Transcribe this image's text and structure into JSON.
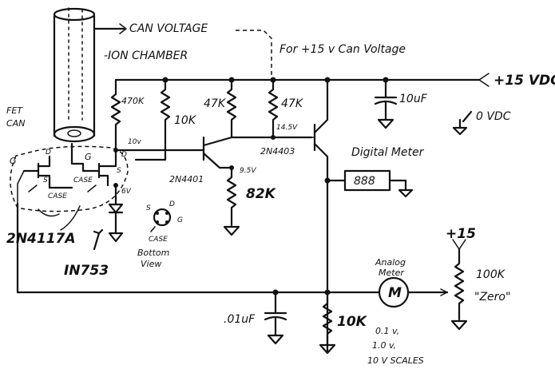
{
  "labels": {
    "can_voltage": "CAN VOLTAGE",
    "ion_chamber": "-ION CHAMBER",
    "for_15v": "For +15 v Can Voltage",
    "plus15vdc": "+15 VDC",
    "zero_vdc": "0 VDC",
    "fet_can": "FET CAN",
    "g1": "G",
    "d1": "D",
    "g2": "G",
    "s1": "S",
    "case1": "CASE",
    "case2": "CASE",
    "d2": "D",
    "s2": "S",
    "v10": "10v",
    "v6": "6V",
    "r470k": "470K",
    "r10k_a": "10K",
    "r47k_a": "47K",
    "r47k_b": "47K",
    "v145": "14.5V",
    "q2n4403": "2N4403",
    "q2n4401": "2N4401",
    "v95": "9.5V",
    "r82k": "82K",
    "cap10uf": "10uF",
    "digital_meter": "Digital Meter",
    "meter_display": "888",
    "q2n4117a": "2N4117A",
    "d1n753": "IN753",
    "pin_s": "S",
    "pin_d": "D",
    "pin_g": "G",
    "pin_case": "CASE",
    "bottom": "Bottom",
    "view": "View",
    "plus15": "+15",
    "r100k": "100K",
    "zero": "\"Zero\"",
    "analog": "Analog",
    "meter": "Meter",
    "meter_m": "M",
    "cap01uf": ".01uF",
    "r10k_b": "10K",
    "scale1": "0.1 v,",
    "scale2": "1.0 v,",
    "scale3": "10 V  SCALES"
  }
}
